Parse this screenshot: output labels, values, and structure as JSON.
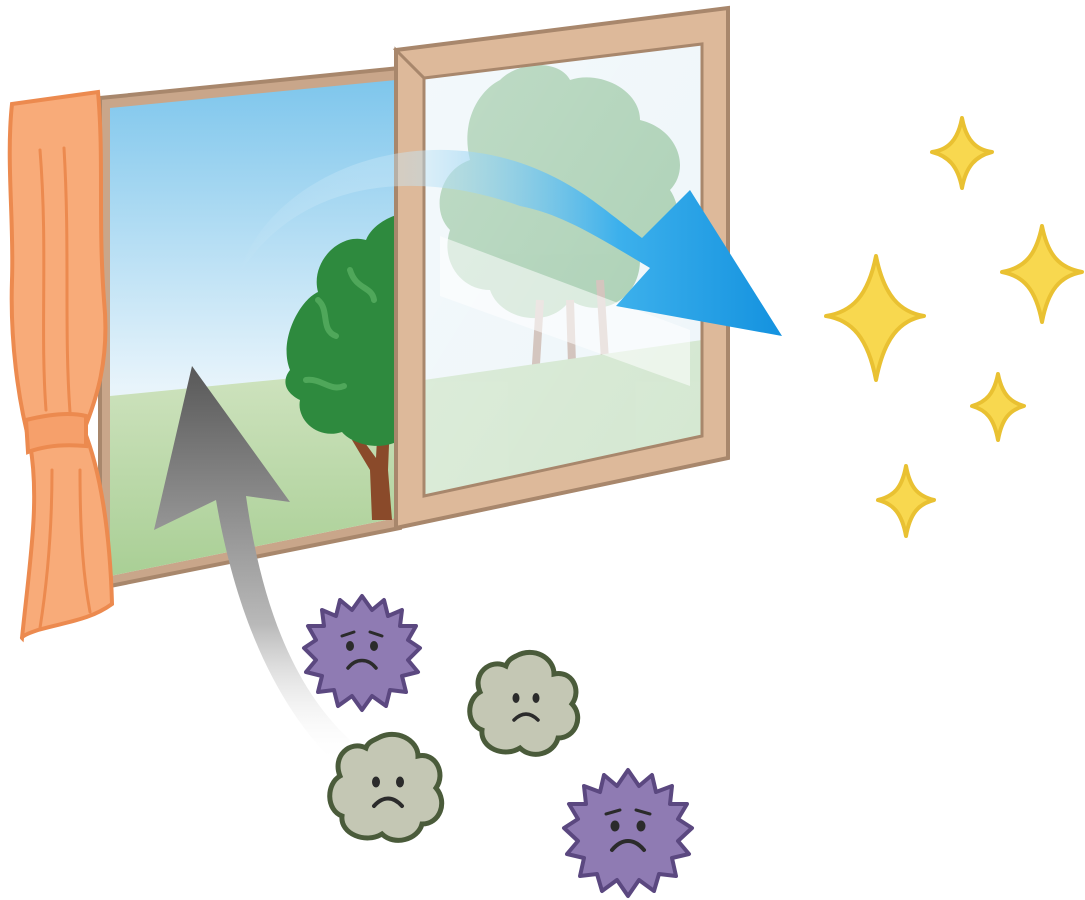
{
  "illustration": {
    "subject": "ventilation",
    "elements": {
      "window": {
        "panes": 2,
        "frame_color": "#ddb99a",
        "frame_outline": "#a8876c"
      },
      "curtain": {
        "color": "#f8ab79",
        "outline": "#ec8a4f"
      },
      "outdoor_tree": {
        "color": "#2e8a3e",
        "trunk_color": "#8a4a2a"
      },
      "fresh_air_arrow": {
        "direction": "outward",
        "color": "#1a9ae3"
      },
      "stale_air_arrow": {
        "direction": "upward-out",
        "color": "#666666"
      },
      "sparkles": {
        "count": 5,
        "color": "#f8d84f",
        "outline": "#e9c132"
      },
      "germs": {
        "count": 2,
        "color": "#8f7bb3",
        "outline": "#5b4880",
        "expression": "sad"
      },
      "dust": {
        "count": 2,
        "color": "#c4c7b4",
        "outline": "#4a5b3a",
        "expression": "sad"
      }
    }
  }
}
